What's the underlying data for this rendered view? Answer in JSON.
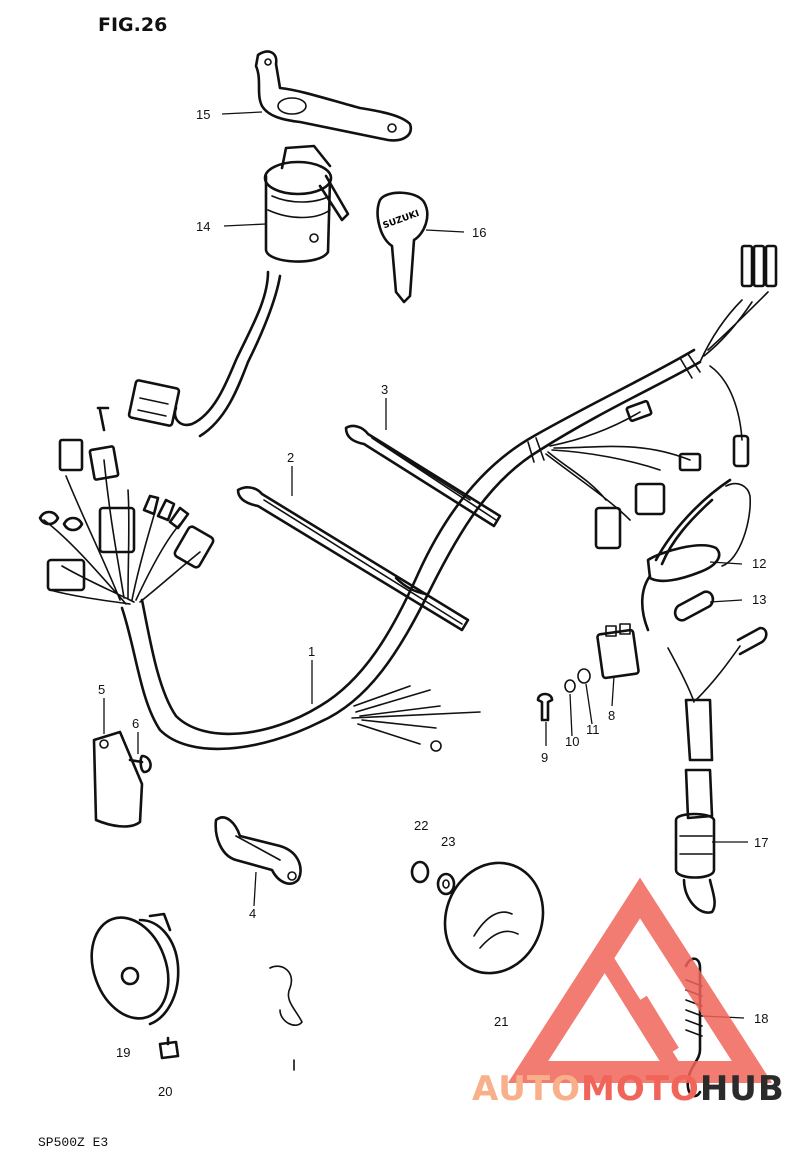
{
  "figure": {
    "title": "FIG.26",
    "code": "SP500Z E3"
  },
  "callouts": [
    {
      "id": "c1",
      "text": "1"
    },
    {
      "id": "c2",
      "text": "2"
    },
    {
      "id": "c3",
      "text": "3"
    },
    {
      "id": "c4",
      "text": "4"
    },
    {
      "id": "c5",
      "text": "5"
    },
    {
      "id": "c6",
      "text": "6"
    },
    {
      "id": "c8",
      "text": "8"
    },
    {
      "id": "c9",
      "text": "9"
    },
    {
      "id": "c10",
      "text": "10"
    },
    {
      "id": "c11",
      "text": "11"
    },
    {
      "id": "c12",
      "text": "12"
    },
    {
      "id": "c13",
      "text": "13"
    },
    {
      "id": "c14",
      "text": "14"
    },
    {
      "id": "c15",
      "text": "15"
    },
    {
      "id": "c16",
      "text": "16"
    },
    {
      "id": "c17",
      "text": "17"
    },
    {
      "id": "c18",
      "text": "18"
    },
    {
      "id": "c19",
      "text": "19"
    },
    {
      "id": "c20",
      "text": "20"
    },
    {
      "id": "c21",
      "text": "21"
    },
    {
      "id": "c22",
      "text": "22"
    },
    {
      "id": "c23",
      "text": "23"
    }
  ],
  "key_stamp": "SUZUKI",
  "watermark": {
    "part1": "AUTO",
    "part2": "MOTO",
    "part3": "HUB",
    "color_primary": "#f0645a",
    "color_light": "#f7b08a",
    "color_dark": "#2b2b2b"
  }
}
